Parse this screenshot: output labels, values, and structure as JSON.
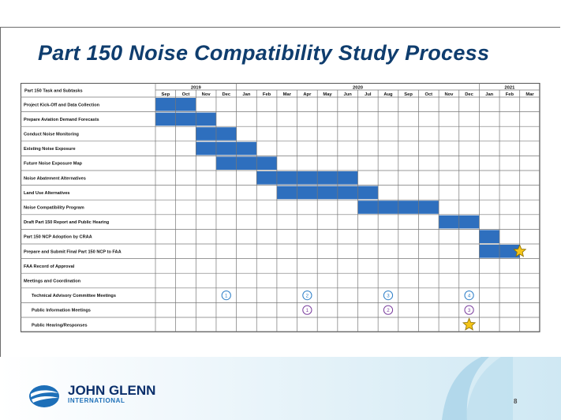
{
  "slide": {
    "title": "Part 150 Noise Compatibility Study Process",
    "page_number": "8",
    "logo": {
      "name": "JOHN GLENN",
      "subtitle": "INTERNATIONAL"
    }
  },
  "colors": {
    "bar": "#2e6fbe",
    "tac_marker": "#2e7fc8",
    "pim_marker": "#7b3f9e",
    "star": "#f5c518",
    "title": "#0f3d6e"
  },
  "chart_data": {
    "type": "gantt",
    "task_header": "Part 150 Task and Subtasks",
    "years": [
      {
        "label": "2019",
        "start": 0,
        "end": 4
      },
      {
        "label": "2020",
        "start": 4,
        "end": 16
      },
      {
        "label": "2021",
        "start": 16,
        "end": 19
      }
    ],
    "months": [
      "Sep",
      "Oct",
      "Nov",
      "Dec",
      "Jan",
      "Feb",
      "Mar",
      "Apr",
      "May",
      "Jun",
      "Jul",
      "Aug",
      "Sep",
      "Oct",
      "Nov",
      "Dec",
      "Jan",
      "Feb",
      "Mar"
    ],
    "tasks": [
      {
        "label": "Project Kick-Off and Data Collection",
        "start": 0,
        "end": 2
      },
      {
        "label": "Prepare Aviation Demand Forecasts",
        "start": 0,
        "end": 3
      },
      {
        "label": "Conduct Noise Monitoring",
        "start": 2,
        "end": 4
      },
      {
        "label": "Existing Noise Exposure",
        "start": 2,
        "end": 5
      },
      {
        "label": "Future Noise Exposure Map",
        "start": 3,
        "end": 6
      },
      {
        "label": "Noise Abatement Alternatives",
        "start": 5,
        "end": 10
      },
      {
        "label": "Land Use Alternatives",
        "start": 6,
        "end": 11
      },
      {
        "label": "Noise Compatibility Program",
        "start": 10,
        "end": 14
      },
      {
        "label": "Draft Part 150 Report and Public Hearing",
        "start": 14,
        "end": 16
      },
      {
        "label": "Part 150 NCP Adoption by CRAA",
        "start": 16,
        "end": 17
      },
      {
        "label": "Prepare and Submit Final Part 150 NCP to FAA",
        "start": 16,
        "end": 18,
        "star_at": 18
      },
      {
        "label": "FAA Record of Approval"
      },
      {
        "label": "Meetings and Coordination"
      },
      {
        "label": "Technical Advisory Committee Meetings",
        "indent": true,
        "milestones": [
          {
            "month": 3,
            "label": "1"
          },
          {
            "month": 7,
            "label": "2"
          },
          {
            "month": 11,
            "label": "3"
          },
          {
            "month": 15,
            "label": "4"
          }
        ]
      },
      {
        "label": "Public Information Meetings",
        "indent": true,
        "milestones": [
          {
            "month": 7,
            "label": "1"
          },
          {
            "month": 11,
            "label": "2"
          },
          {
            "month": 15,
            "label": "3"
          }
        ]
      },
      {
        "label": "Public Hearing/Responses",
        "indent": true,
        "star_month": 15
      }
    ]
  }
}
